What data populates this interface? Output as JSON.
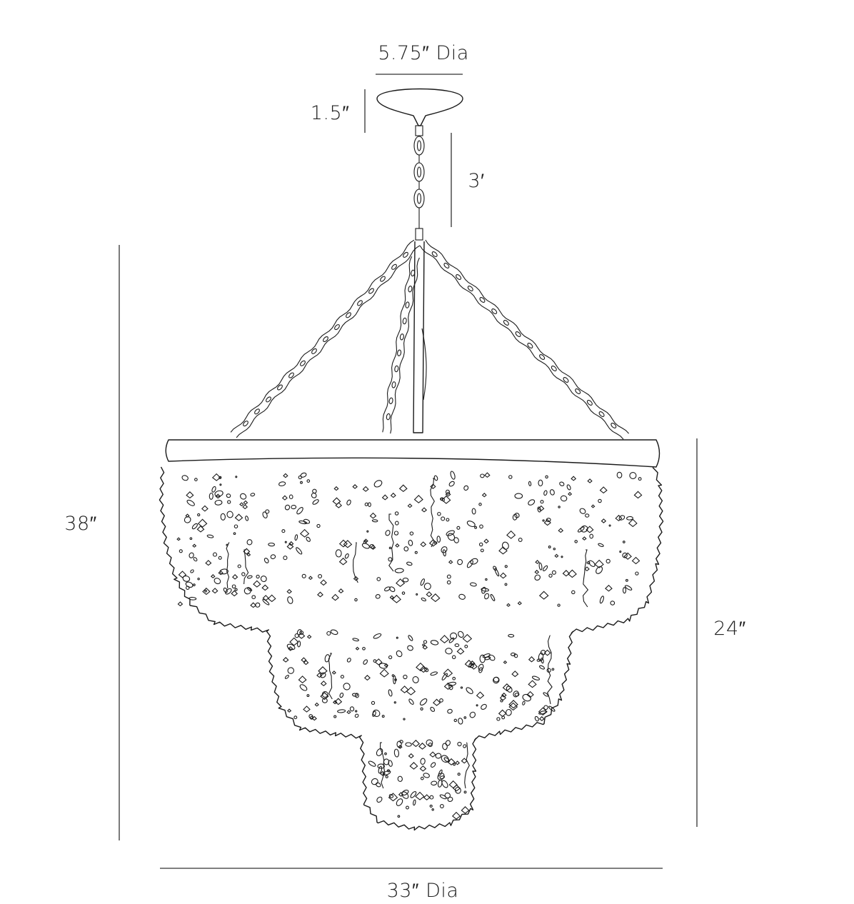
{
  "dimensions": {
    "canopy_diameter": "5.75″ Dia",
    "canopy_height": "1.5″",
    "chain_length": "3′",
    "overall_height": "38″",
    "body_height": "24″",
    "body_diameter": "33″ Dia"
  },
  "colors": {
    "line": "#1a1a1a",
    "background": "#ffffff"
  }
}
